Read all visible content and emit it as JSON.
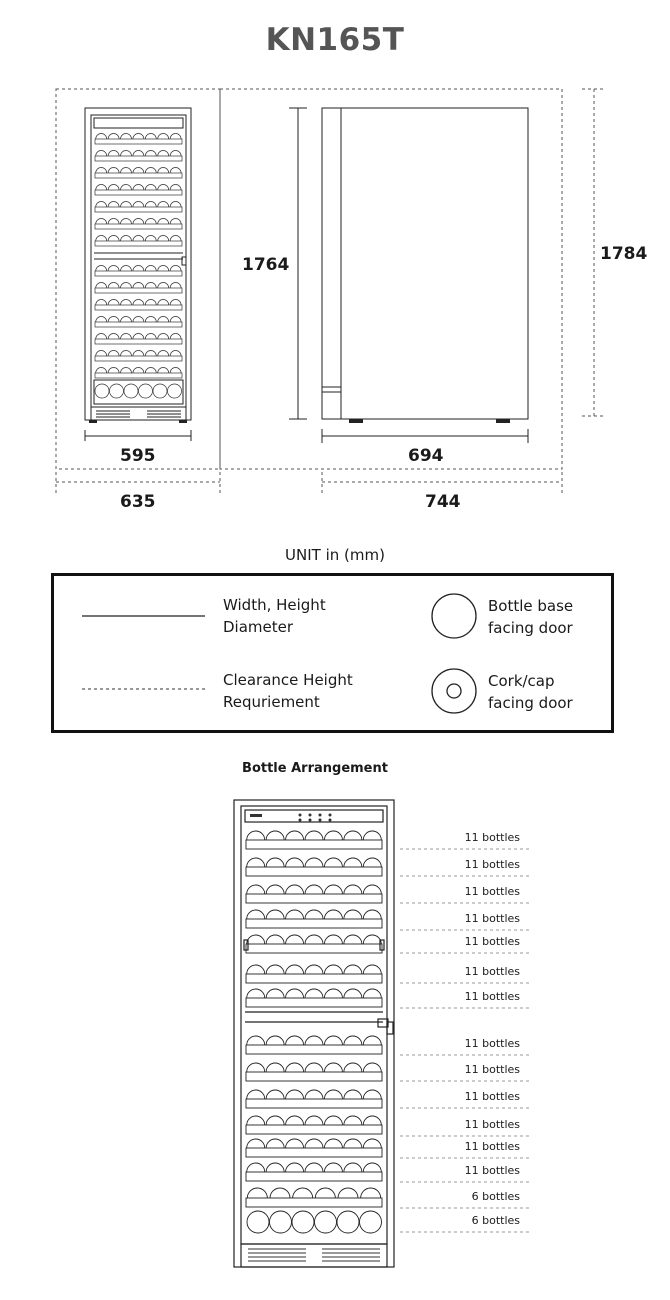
{
  "title": "KN165T",
  "dimensions": {
    "cabinet_width": "595",
    "width_clearance": "635",
    "cabinet_height": "1764",
    "height_clearance": "1784",
    "cabinet_depth": "694",
    "depth_clearance": "744"
  },
  "unit_label": "UNIT in (mm)",
  "legend": {
    "solid_line": {
      "line1": "Width, Height",
      "line2": "Diameter"
    },
    "dashed_line": {
      "line1": "Clearance Height",
      "line2": "Requriement"
    },
    "plain_circle": {
      "line1": "Bottle base",
      "line2": "facing door"
    },
    "ring_circle": {
      "line1": "Cork/cap",
      "line2": "facing door"
    }
  },
  "arrangement": {
    "title": "Bottle Arrangement",
    "shelves": [
      {
        "label": "11 bottles"
      },
      {
        "label": "11 bottles"
      },
      {
        "label": "11 bottles"
      },
      {
        "label": "11 bottles"
      },
      {
        "label": "11 bottles"
      },
      {
        "label": "11 bottles"
      },
      {
        "label": "11 bottles"
      },
      {
        "label": "11 bottles"
      },
      {
        "label": "11 bottles"
      },
      {
        "label": "11 bottles"
      },
      {
        "label": "11 bottles"
      },
      {
        "label": "11 bottles"
      },
      {
        "label": "11 bottles"
      },
      {
        "label": "6 bottles"
      },
      {
        "label": "6 bottles"
      }
    ]
  }
}
